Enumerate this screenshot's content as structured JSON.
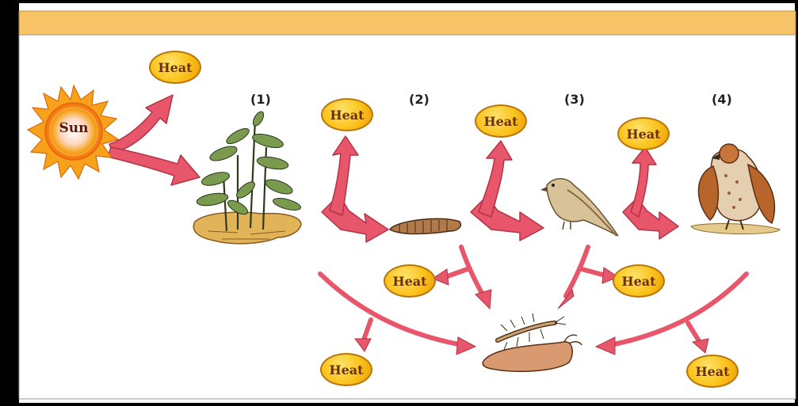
{
  "sun_label": "Sun",
  "heat_label": "Heat",
  "levels": [
    "(1)",
    "(2)",
    "(3)",
    "(4)"
  ],
  "colors": {
    "banner": "#f7c468",
    "arrow": "#e7566a",
    "arrow_outline": "#b33345",
    "badge": "#fbc21a",
    "sun": "#f7a21a"
  },
  "icons": [
    "sun-icon",
    "plant-icon",
    "caterpillar-icon",
    "sparrow-icon",
    "hawk-icon",
    "decomposer-icon"
  ]
}
